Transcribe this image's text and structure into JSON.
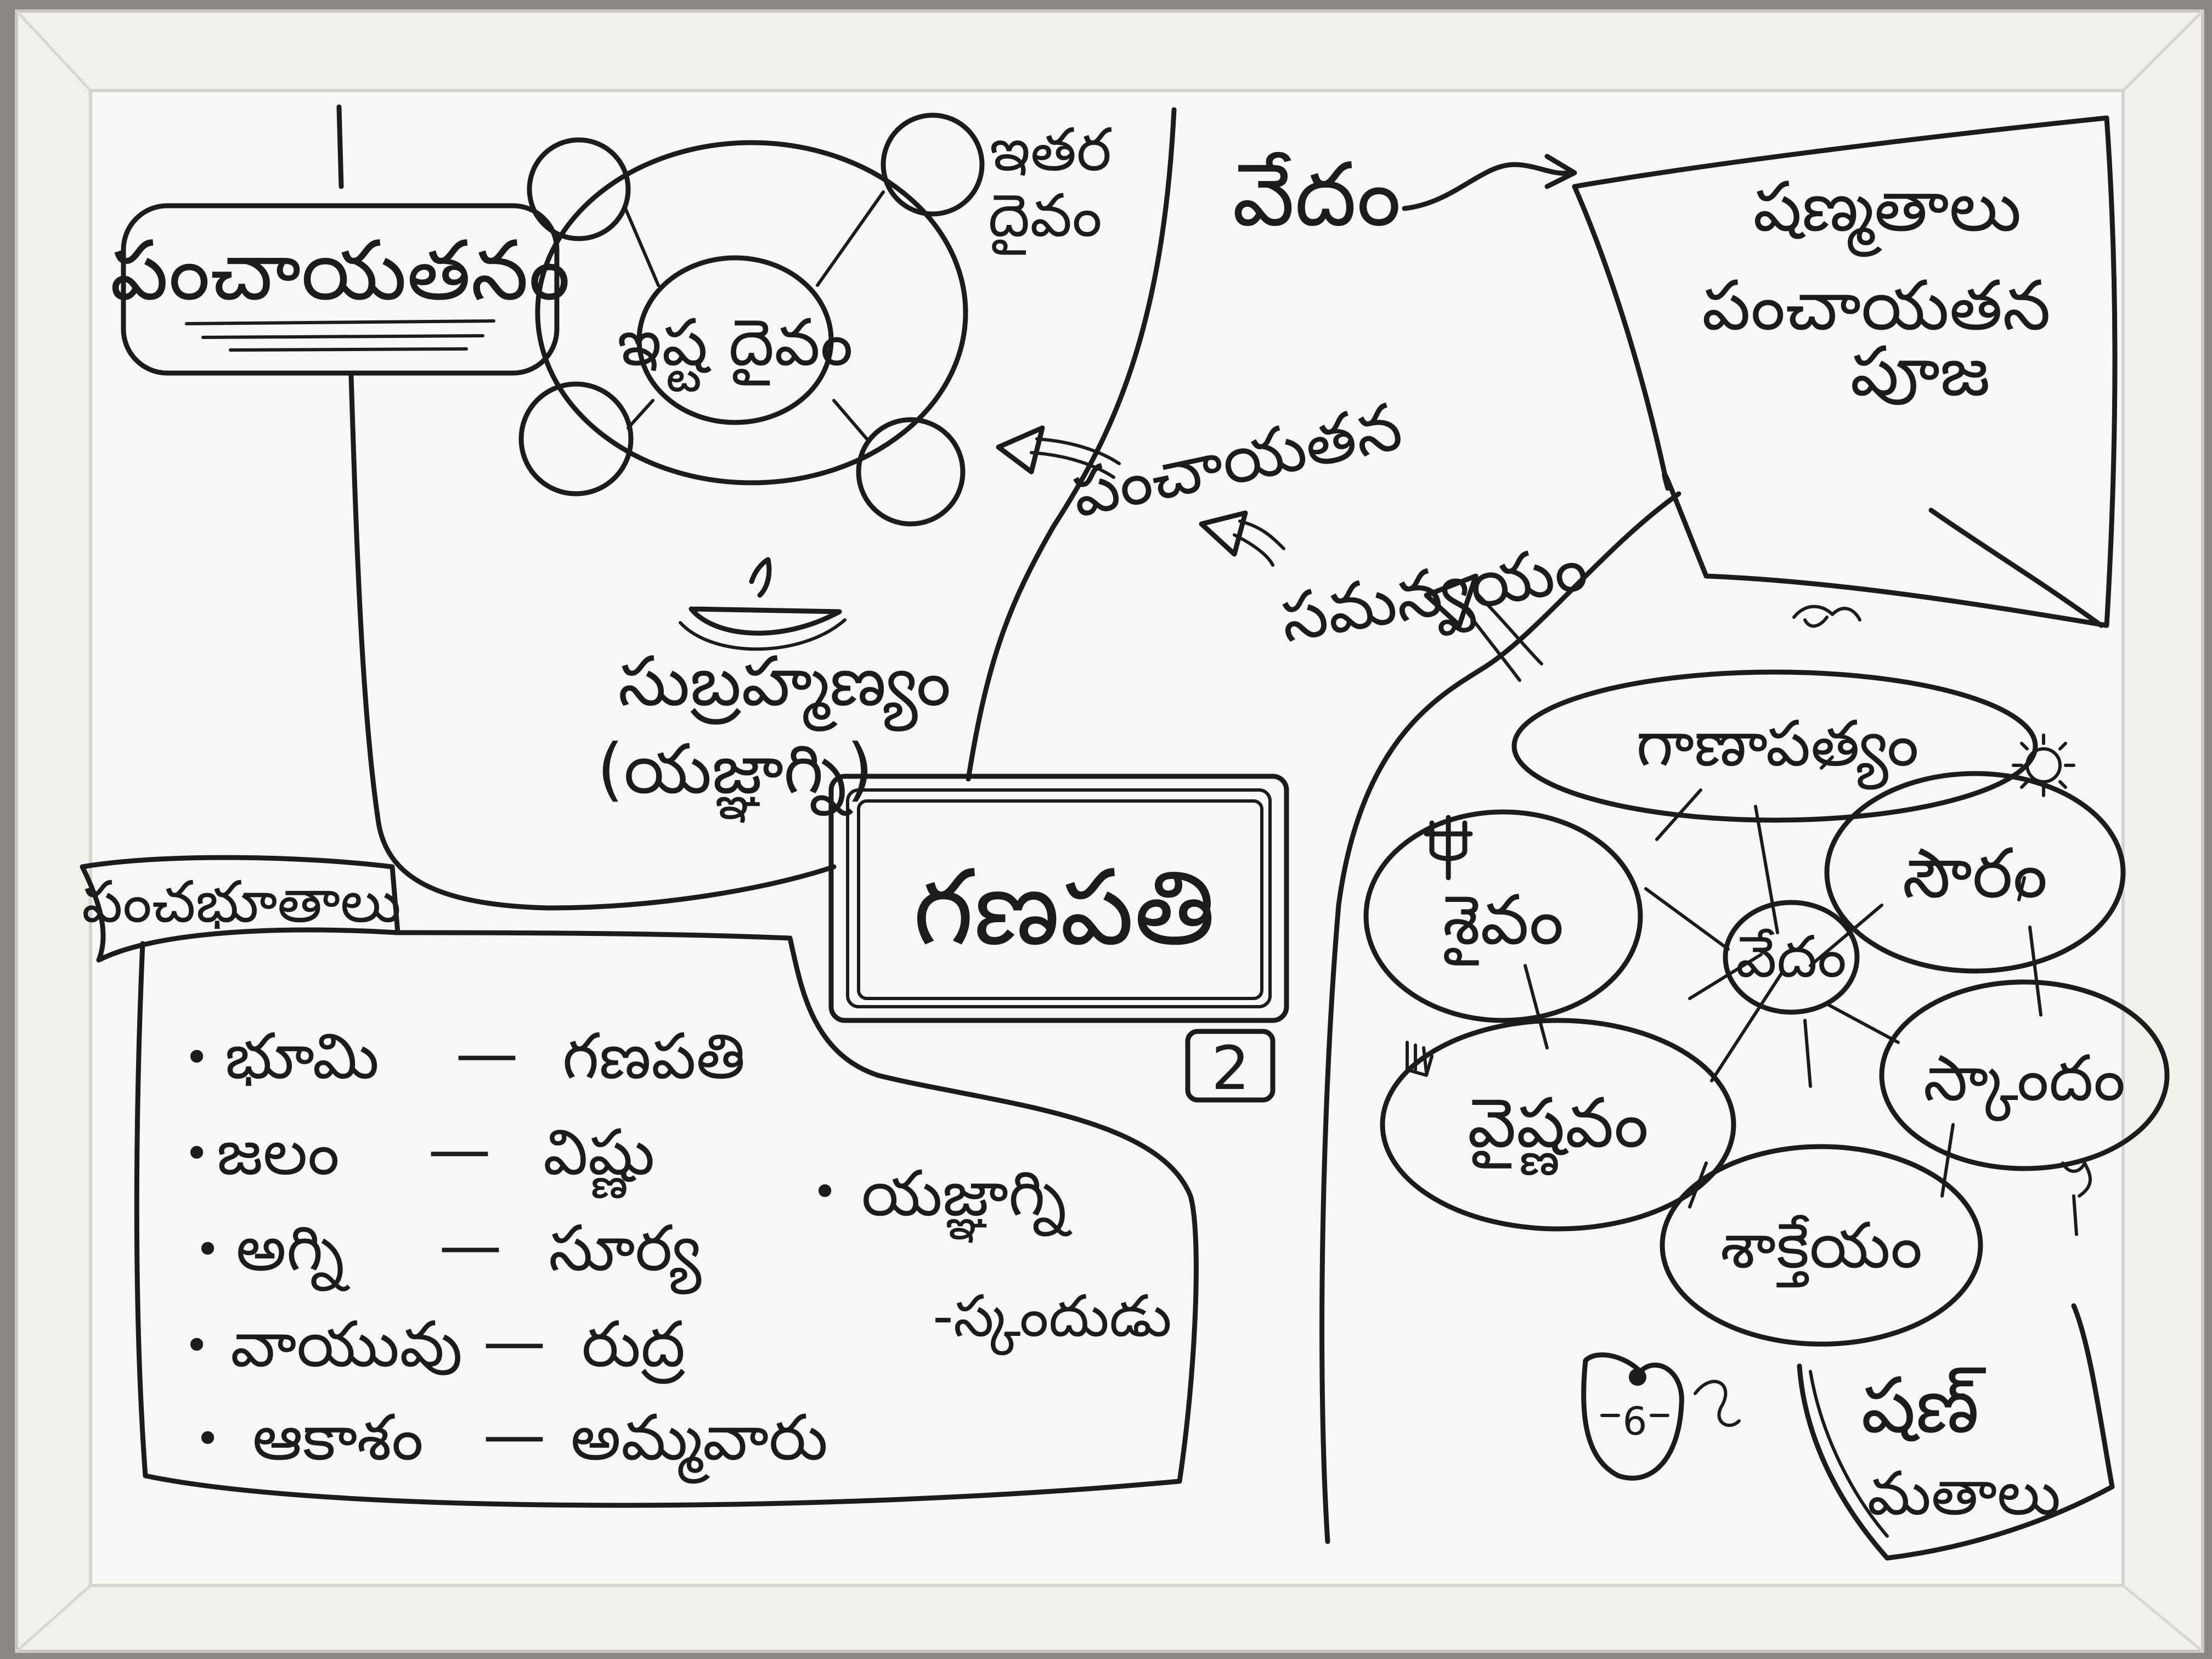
{
  "left": {
    "panchayatanam": "పంచాయతనం",
    "ishta_daivam": "ఇష్ట దైవం",
    "itara_daivam_1": "ఇతర",
    "itara_daivam_2": "దైవం",
    "subrahmanyam": "సుబ్రహ్మణ్యం",
    "yajnagni_paren": "(యజ్ఞాగ్ని)",
    "ganapati": "గణపతి",
    "ganapati_number": "2",
    "panchabhutalu": "పంచభూతాలు",
    "elements": [
      {
        "element": "భూమి",
        "deity": "గణపతి"
      },
      {
        "element": "జలం",
        "deity": "విష్ణు"
      },
      {
        "element": "అగ్ని",
        "deity": "సూర్య"
      },
      {
        "element": "వాయువు",
        "deity": "రుద్ర"
      },
      {
        "element": "ఆకాశం",
        "deity": "అమ్మవారు"
      }
    ],
    "extra_element": "యజ్ఞాగ్ని",
    "extra_deity": "-స్కందుడు",
    "dash": "—",
    "bullet": "•"
  },
  "middle": {
    "vedam_top": "వేదం",
    "panchayatana_arrow": "పంచాయతన",
    "samanvayam_arrow": "సమన్వయం"
  },
  "right": {
    "box_line1": "షణ్మతాలు",
    "box_line2": "పంచాయతన",
    "box_line3": "పూజ",
    "center_vedam": "వేదం",
    "ganapatyam": "గాణాపత్యం",
    "shaivam": "శైవం",
    "sauram": "సౌరం",
    "vaishnavam": "వైష్ణవం",
    "skandam": "స్కాందం",
    "shaktheyam": "శాక్తేయం",
    "shanmatalu_1": "షణ్",
    "shanmatalu_2": "మతాలు",
    "face_number": "6"
  },
  "colors": {
    "ink": "#1c1c1c",
    "board": "#f7f7f5",
    "frame": "#f2f1ee"
  },
  "icons": [
    "lamp-icon",
    "trident-icon",
    "sun-icon",
    "conch-icon",
    "hand-icon",
    "vel-icon",
    "ganesha-icon",
    "devi-face-icon"
  ]
}
